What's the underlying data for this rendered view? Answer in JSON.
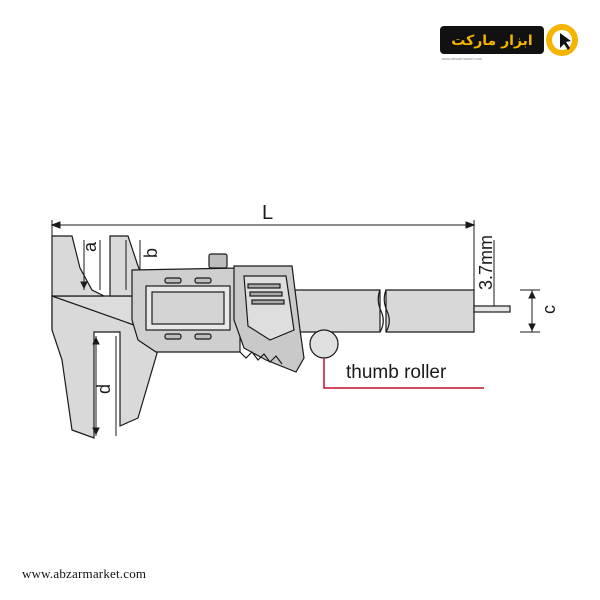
{
  "logo": {
    "brand_text": "ابزار مارکت",
    "tagline": "www.abzarmarket.com",
    "accent": "#f5b400"
  },
  "diagram": {
    "label_L": "L",
    "label_a": "a",
    "label_b": "b",
    "label_c": "c",
    "label_d": "d",
    "label_thickness": "3.7mm",
    "callout": "thumb roller",
    "callout_color": "#c0102a"
  },
  "footer": {
    "url": "www.abzarmarket.com"
  }
}
